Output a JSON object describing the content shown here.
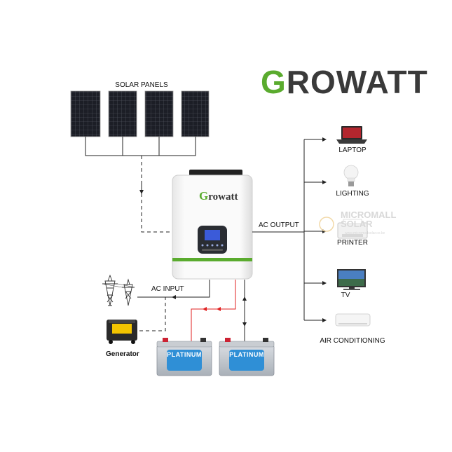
{
  "brand": {
    "first_letter": "G",
    "rest": "ROWATT",
    "accent_color": "#5aab2e"
  },
  "inverter": {
    "logo_first": "G",
    "logo_rest": "rowatt"
  },
  "labels": {
    "solar_panels": "SOLAR PANELS",
    "ac_output": "AC OUTPUT",
    "ac_input": "AC INPUT",
    "generator": "Generator"
  },
  "loads": [
    {
      "label": "LAPTOP",
      "icon": "laptop-icon"
    },
    {
      "label": "LIGHTING",
      "icon": "light-bulb-icon"
    },
    {
      "label": "PRINTER",
      "icon": "printer-icon"
    },
    {
      "label": "TV",
      "icon": "tv-icon"
    },
    {
      "label": "AIR CONDITIONING",
      "icon": "air-conditioner-icon"
    }
  ],
  "batteries": [
    {
      "label": "PLATINUM"
    },
    {
      "label": "PLATINUM"
    }
  ],
  "watermark": {
    "line1": "MICROMALL",
    "line2": "SOLAR",
    "line3": "www.micromallsolar.co.ke"
  },
  "colors": {
    "battery_line": "#e02020",
    "wire": "#222222"
  }
}
